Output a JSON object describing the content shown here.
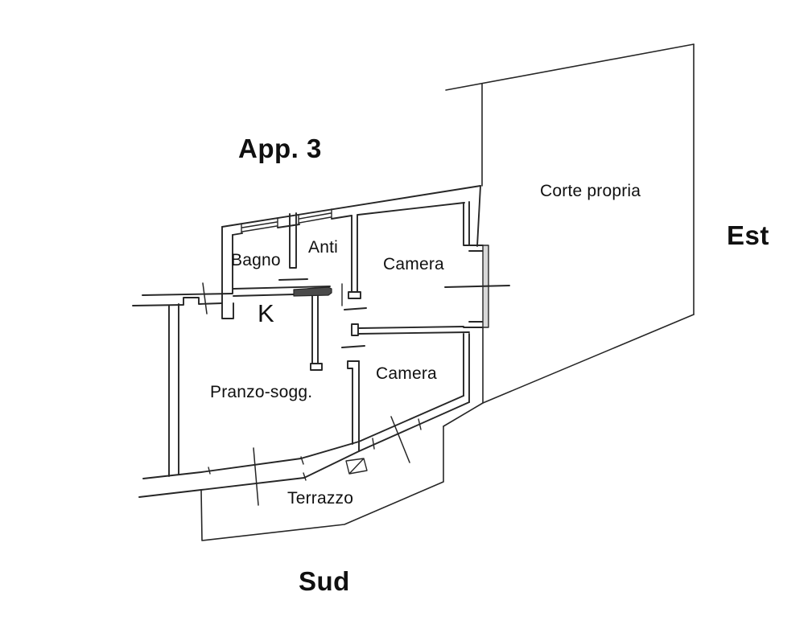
{
  "colors": {
    "background": "#ffffff",
    "line": "#262626",
    "text": "#101010",
    "door_panel": "#4a4a4a",
    "window_glass": "#d9d9d9"
  },
  "title": "App. 3",
  "compass": {
    "east": "Est",
    "south": "Sud"
  },
  "rooms": {
    "bagno": "Bagno",
    "anti": "Anti",
    "camera_nord": "Camera",
    "cucina": "K",
    "pranzo_soggiorno": "Pranzo-sogg.",
    "camera_sud": "Camera",
    "terrazzo": "Terrazzo",
    "corte_propria": "Corte propria"
  }
}
